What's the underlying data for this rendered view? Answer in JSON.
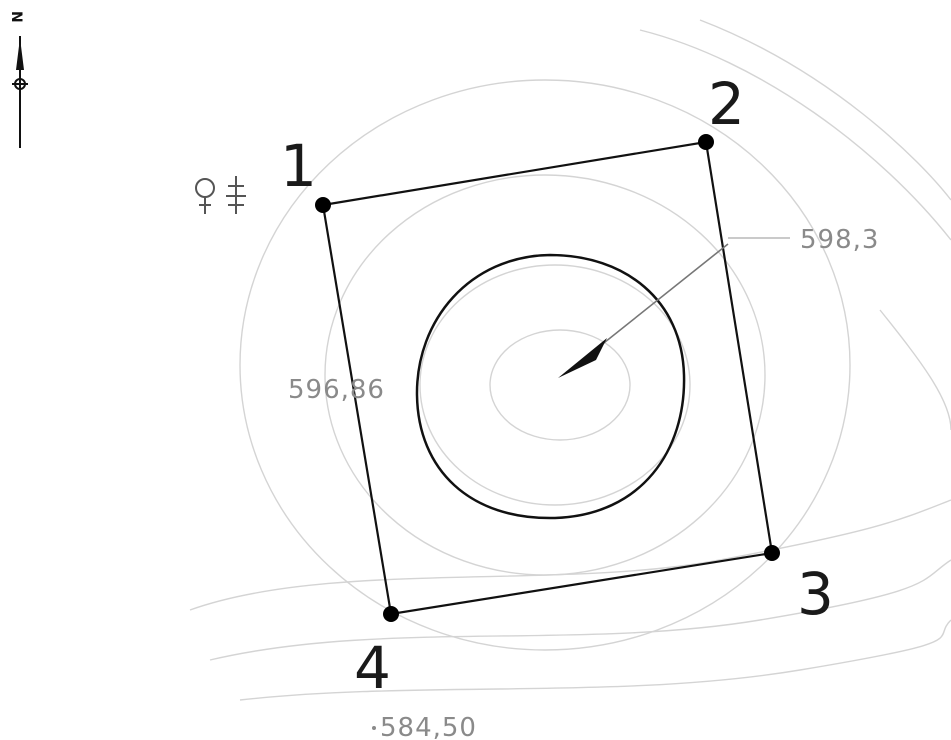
{
  "map": {
    "north_arrow": {
      "letter": "N",
      "icon": "north-arrow-icon"
    },
    "parcel_points": [
      {
        "id": "1",
        "label": "1"
      },
      {
        "id": "2",
        "label": "2"
      },
      {
        "id": "3",
        "label": "3"
      },
      {
        "id": "4",
        "label": "4"
      }
    ],
    "elevations": [
      {
        "id": "right",
        "value": "598,3"
      },
      {
        "id": "left",
        "value": "596,86"
      },
      {
        "id": "bottom",
        "value": "584,50"
      }
    ],
    "legend_symbols": [
      "deciduous-tree-icon",
      "conifer-tree-icon"
    ],
    "colors": {
      "boundary": "#111111",
      "contour": "#d4d4d4",
      "elevation_text": "#8a8a8a"
    }
  }
}
